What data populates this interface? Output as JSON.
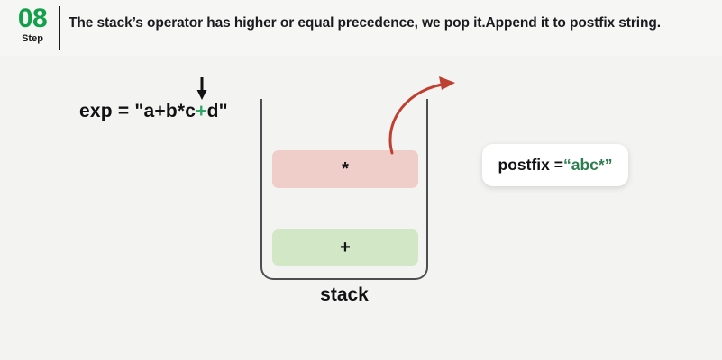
{
  "page": {
    "background_color": "#f3f3f1"
  },
  "header": {
    "step_number": "08",
    "step_word": "Step",
    "step_number_color": "#13a04b",
    "instruction": "The stack’s operator has higher or equal precedence, we pop it.Append it to postfix string."
  },
  "expression": {
    "label": "exp = \"a+b*c",
    "highlight": "+",
    "tail": "d\"",
    "full_text": "exp = \"a+b*c+d\"",
    "highlight_color": "#2fa866",
    "arrow_icon": "down-arrow-icon"
  },
  "stack": {
    "label": "stack",
    "items": [
      {
        "symbol": "*",
        "color": "#efcdc9"
      },
      {
        "symbol": "+",
        "color": "#d1e7c6"
      }
    ],
    "pop_arrow_icon": "curved-pop-arrow-icon",
    "pop_arrow_color": "#bf4030"
  },
  "postfix": {
    "prefix": "postfix = ",
    "open_quote": "“",
    "value": "abc*",
    "close_quote": "”",
    "value_color": "#2e7d50"
  }
}
